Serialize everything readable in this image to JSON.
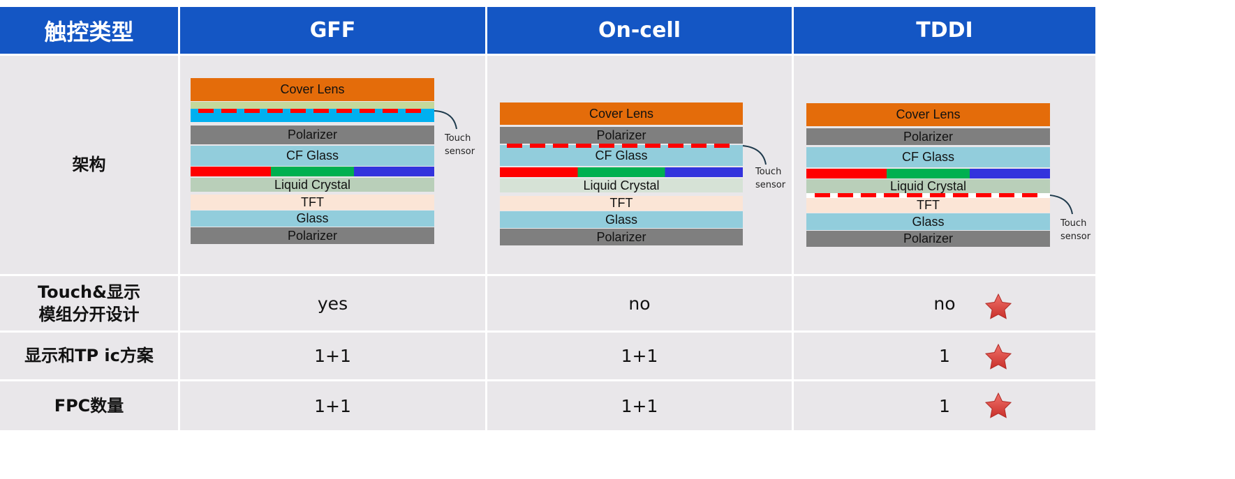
{
  "header": {
    "type_label": "触控类型",
    "columns": [
      "GFF",
      "On-cell",
      "TDDI"
    ]
  },
  "rows": {
    "architecture": {
      "label": "架构"
    },
    "separate_design": {
      "label_line1": "Touch&显示",
      "label_line2": "模组分开设计",
      "values": [
        "yes",
        "no",
        "no"
      ]
    },
    "ic_scheme": {
      "label": "显示和TP ic方案",
      "values": [
        "1+1",
        "1+1",
        "1"
      ]
    },
    "fpc_count": {
      "label": "FPC数量",
      "values": [
        "1+1",
        "1+1",
        "1"
      ]
    }
  },
  "stacks": {
    "gff": {
      "cover_lens": "Cover Lens",
      "polarizer_top": "Polarizer",
      "cf_glass": "CF Glass",
      "liquid_crystal": "Liquid Crystal",
      "tft": "TFT",
      "glass": "Glass",
      "polarizer_bottom": "Polarizer",
      "sensor_line1": "Touch",
      "sensor_line2": "sensor"
    },
    "oncell": {
      "cover_lens": "Cover Lens",
      "polarizer_top": "Polarizer",
      "cf_glass": "CF Glass",
      "liquid_crystal": "Liquid Crystal",
      "tft": "TFT",
      "glass": "Glass",
      "polarizer_bottom": "Polarizer",
      "sensor_line1": "Touch",
      "sensor_line2": "sensor"
    },
    "tddi": {
      "cover_lens": "Cover Lens",
      "polarizer_top": "Polarizer",
      "cf_glass": "CF Glass",
      "liquid_crystal": "Liquid Crystal",
      "tft": "TFT",
      "glass": "Glass",
      "polarizer_bottom": "Polarizer",
      "sensor_line1": "Touch",
      "sensor_line2": "sensor"
    }
  },
  "colors": {
    "header_bg": "#1456c4",
    "body_bg": "#e9e7ea",
    "cover_lens": "#e46c0a",
    "polarizer": "#7f7f7f",
    "cf_glass": "#92cddc",
    "liquid_crystal": "#b9cfb9",
    "tft": "#fbe5d6",
    "sensor_dash": "#ff0000",
    "filter_red": "#ff0000",
    "filter_green": "#00b050",
    "filter_blue": "#3333dd",
    "star": "#e24b43"
  },
  "icons": {
    "highlight": "star-icon"
  }
}
